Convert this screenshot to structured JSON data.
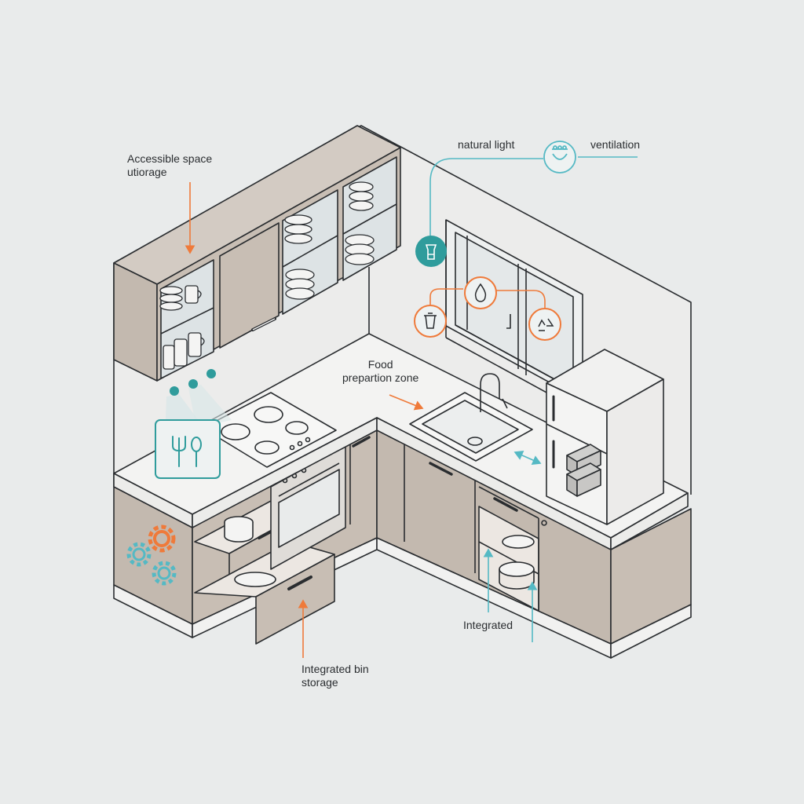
{
  "labels": {
    "accessible": "Accessible space\nutiorage",
    "natural_light": "natural light",
    "ventilation": "ventilation",
    "food_prep": "Food\nprepartion zone",
    "integrated": "Integrated",
    "bin_storage": "Integrated bin\nstorage"
  },
  "colors": {
    "background": "#e9ebeb",
    "line": "#2a2d30",
    "cabinet": "#c8beb4",
    "counter": "#f3f3f2",
    "wall": "#e9ebeb",
    "glass": "#dfe4e6",
    "accent_orange": "#ef7a3a",
    "accent_teal": "#2f9c9c",
    "accent_cyan": "#55b9c4"
  },
  "icons": {
    "light": "light-bulb-icon",
    "ventilation": "fan-icon",
    "water": "water-drop-icon",
    "trash": "trash-bin-icon",
    "recycle": "recycle-icon",
    "utensils": "utensils-icon",
    "gears": "gear-icon"
  }
}
